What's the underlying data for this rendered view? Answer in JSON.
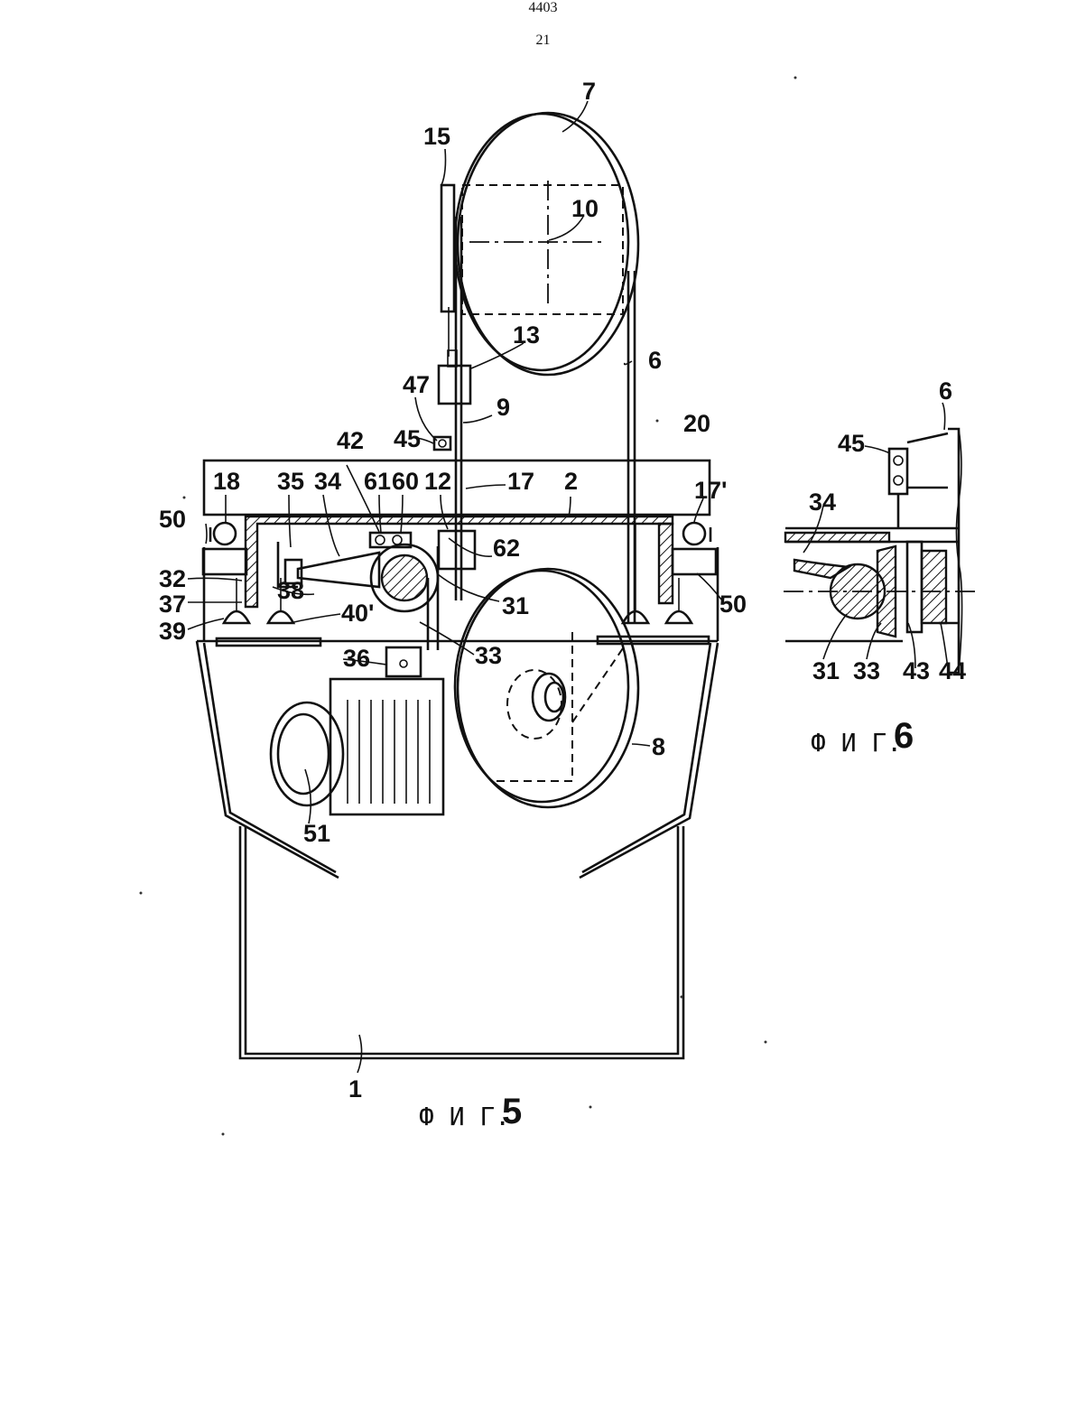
{
  "header": {
    "doc_number": "4403",
    "page_number": "21"
  },
  "figure5": {
    "caption_text": "Ф И Г.",
    "caption_number": "5",
    "labels": {
      "l1": "1",
      "l2": "2",
      "l6": "6",
      "l7": "7",
      "l8": "8",
      "l9": "9",
      "l10": "10",
      "l12": "12",
      "l13": "13",
      "l15": "15",
      "l17": "17",
      "l17p": "17'",
      "l18": "18",
      "l20": "20",
      "l31": "31",
      "l32": "32",
      "l33": "33",
      "l34": "34",
      "l35": "35",
      "l36": "36",
      "l37": "37",
      "l38": "38",
      "l39": "39",
      "l40p": "40'",
      "l42": "42",
      "l45": "45",
      "l47": "47",
      "l50a": "50",
      "l50b": "50",
      "l51": "51",
      "l60": "60",
      "l61": "61",
      "l62": "62"
    }
  },
  "figure6": {
    "caption_text": "Ф И Г.",
    "caption_number": "6",
    "labels": {
      "l6": "6",
      "l45": "45",
      "l34": "34",
      "l31": "31",
      "l33": "33",
      "l43": "43",
      "l44": "44"
    }
  }
}
